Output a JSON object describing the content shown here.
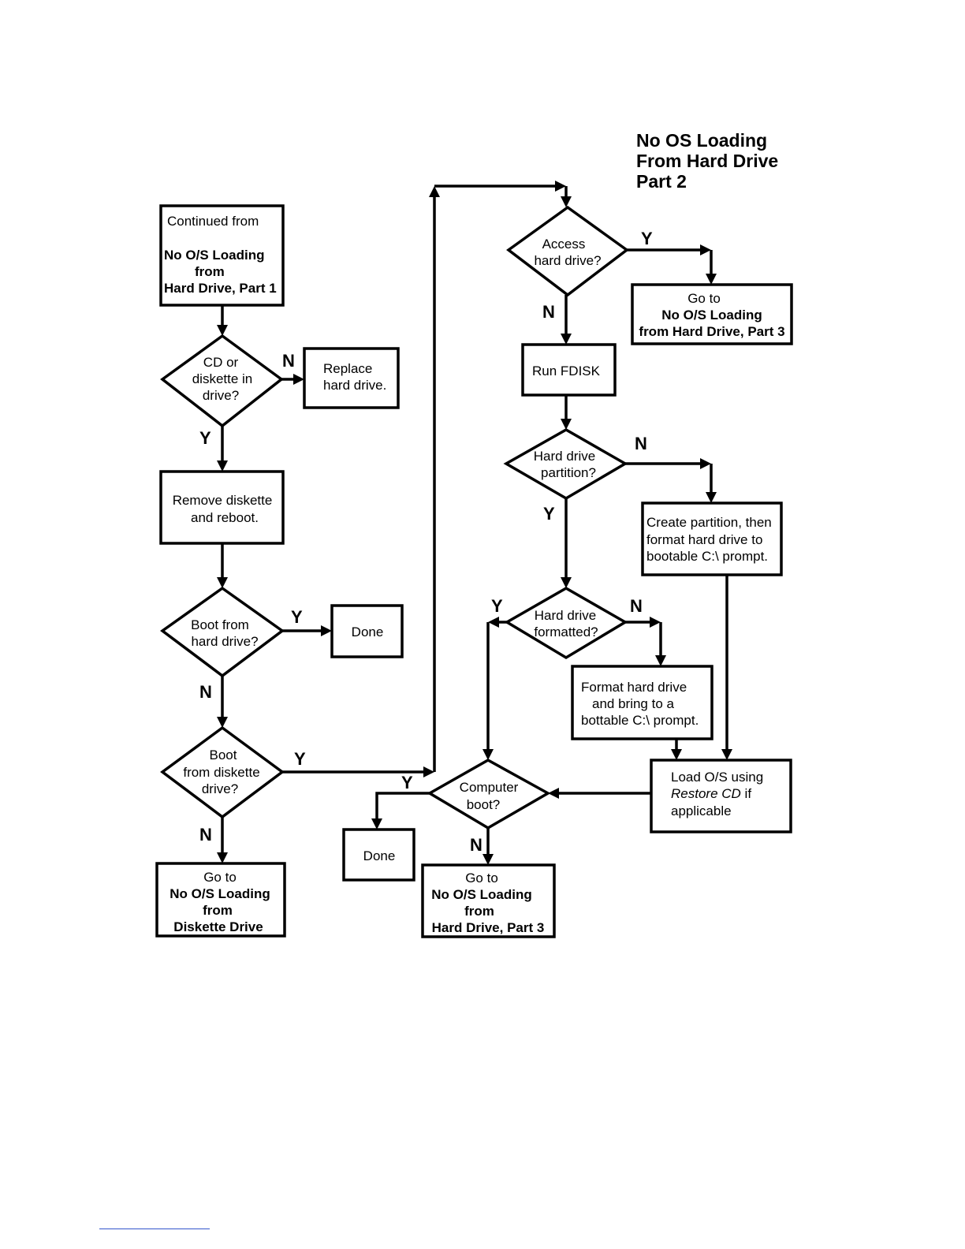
{
  "title": [
    "No OS Loading",
    "From Hard Drive",
    "Part 2"
  ],
  "nodes": {
    "continued": {
      "l1": "Continued from",
      "b1": "No O/S Loading",
      "b2": "from",
      "b3": "Hard Drive, Part 1"
    },
    "cd_diskette": {
      "l1": "CD or",
      "l2": "diskette in",
      "l3": "drive?"
    },
    "replace": {
      "l1": "Replace",
      "l2": "hard drive."
    },
    "remove": {
      "l1": "Remove diskette",
      "l2": "and reboot."
    },
    "boot_hd": {
      "l1": "Boot from",
      "l2": "hard drive?"
    },
    "done1": {
      "l1": "Done"
    },
    "boot_diskette": {
      "l1": "Boot",
      "l2": "from diskette",
      "l3": "drive?"
    },
    "goto_diskette": {
      "l1": "Go to",
      "b1": "No O/S Loading",
      "b2": "from",
      "b3": "Diskette Drive"
    },
    "access_hd": {
      "l1": "Access",
      "l2": "hard drive?"
    },
    "goto_part3_top": {
      "l1": "Go to",
      "b1": "No O/S Loading",
      "b2": "from Hard Drive, Part 3"
    },
    "fdisk": {
      "l1": "Run FDISK"
    },
    "partition": {
      "l1": "Hard drive",
      "l2": "partition?"
    },
    "create_partition": {
      "l1": "Create partition, then",
      "l2": "format hard drive to",
      "l3": "bootable C:\\ prompt."
    },
    "formatted": {
      "l1": "Hard drive",
      "l2": "formatted?"
    },
    "format": {
      "l1": "Format hard drive",
      "l2": "and bring to a",
      "l3": "bottable C:\\ prompt."
    },
    "load_os": {
      "l1": "Load O/S using",
      "i1": "Restore CD",
      "l2": " if",
      "l3": "applicable"
    },
    "computer_boot": {
      "l1": "Computer",
      "l2": "boot?"
    },
    "done2": {
      "l1": "Done"
    },
    "goto_part3_bottom": {
      "l1": "Go to",
      "b1": "No O/S Loading",
      "b2": "from",
      "b3": "Hard Drive, Part 3"
    }
  },
  "labels": {
    "cd_n": "N",
    "cd_y": "Y",
    "boothd_y": "Y",
    "boothd_n": "N",
    "bootdk_y": "Y",
    "bootdk_n": "N",
    "access_y": "Y",
    "access_n": "N",
    "part_n": "N",
    "part_y": "Y",
    "fmt_y": "Y",
    "fmt_n": "N",
    "cb_y": "Y",
    "cb_n": "N"
  }
}
